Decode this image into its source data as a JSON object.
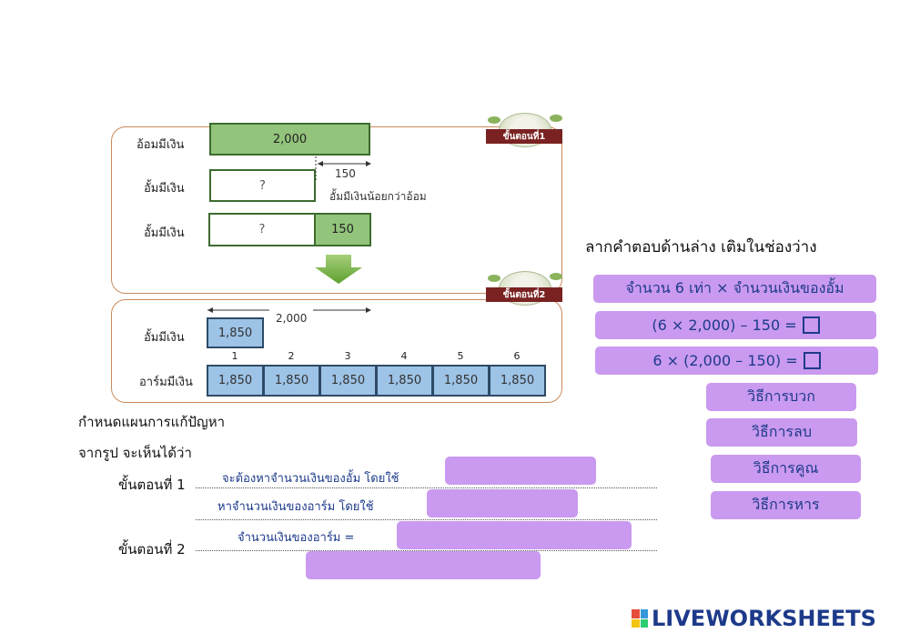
{
  "step1": {
    "badge": "ขั้นตอนที่1",
    "row1_label": "อ้อมมีเงิน",
    "row1_value": "2,000",
    "row2_label": "อั้มมีเงิน",
    "row2_value": "?",
    "diff_value": "150",
    "diff_note": "อั้มมีเงินน้อยกว่าอ้อม",
    "row3_label": "อั้มมีเงิน",
    "row3_left": "?",
    "row3_right": "150"
  },
  "step2": {
    "badge": "ขั้นตอนที่2",
    "span_value": "2,000",
    "aum_label": "อั้มมีเงิน",
    "aum_value": "1,850",
    "arm_label": "อาร์มมีเงิน",
    "indices": [
      "1",
      "2",
      "3",
      "4",
      "5",
      "6"
    ],
    "arm_values": [
      "1,850",
      "1,850",
      "1,850",
      "1,850",
      "1,850",
      "1,850"
    ]
  },
  "instruction": "ลากคำตอบด้านล่าง เติมในช่องว่าง",
  "answers": {
    "a1": "จำนวน 6 เท่า × จำนวนเงินของอั้ม",
    "a2": "(6 × 2,000) – 150 =",
    "a3": "6 × (2,000 – 150) =",
    "m1": "วิธีการบวก",
    "m2": "วิธีการลบ",
    "m3": "วิธีการคูณ",
    "m4": "วิธีการหาร"
  },
  "plan": {
    "heading": "กำหนดแผนการแก้ปัญหา",
    "sub": "จากรูป จะเห็นได้ว่า",
    "step1_label": "ขั้นตอนที่ 1",
    "step1_q1": "จะต้องหาจำนวนเงินของอั้ม  โดยใช้",
    "step1_q2": "หาจำนวนเงินของอาร์ม    โดยใช้",
    "step2_label": "ขั้นตอนที่ 2",
    "step2_q": "จำนวนเงินของอาร์ม    ="
  },
  "logo": "LIVEWORKSHEETS",
  "colors": {
    "accent": "#c99aef",
    "text_blue": "#1d3a8a",
    "green_box": "#92c47c",
    "blue_box": "#9dc3e6",
    "frame": "#c98a5a"
  }
}
